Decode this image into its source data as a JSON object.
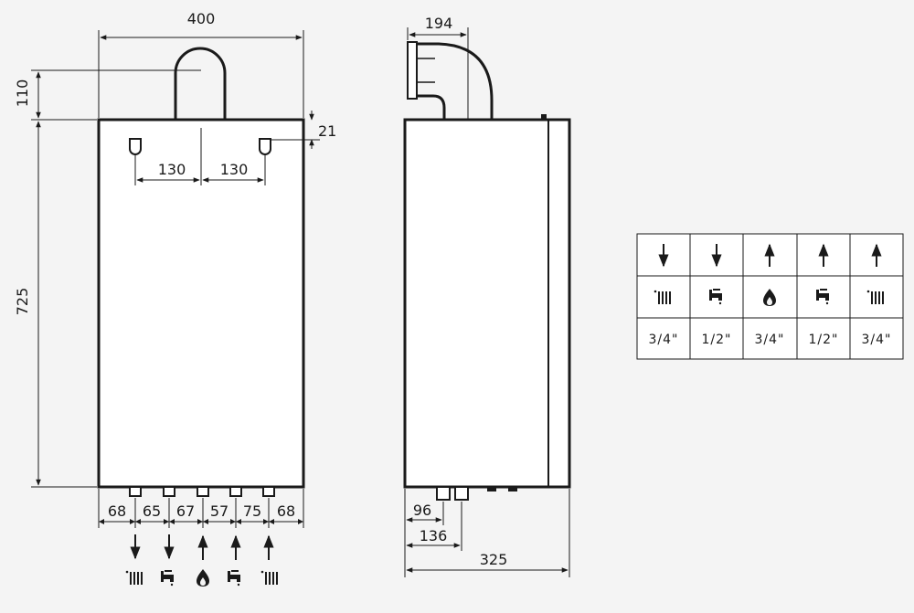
{
  "front_view": {
    "width_dim": "400",
    "flue_height_dim": "110",
    "height_dim": "725",
    "bracket_offset_dim": "21",
    "bracket_left_spacing": "130",
    "bracket_right_spacing": "130",
    "bottom_spacings": [
      "68",
      "65",
      "67",
      "57",
      "75",
      "68"
    ]
  },
  "side_view": {
    "flue_dim": "194",
    "depth_dim": "325",
    "pipe1_dim": "96",
    "pipe2_dim": "136"
  },
  "connections": [
    {
      "direction": "down",
      "arrow": "↓",
      "icon": "radiator-icon",
      "size": "3/4\""
    },
    {
      "direction": "down",
      "arrow": "↓",
      "icon": "tap-icon",
      "size": "1/2\""
    },
    {
      "direction": "up",
      "arrow": "↑",
      "icon": "flame-icon",
      "size": "3/4\""
    },
    {
      "direction": "up",
      "arrow": "↑",
      "icon": "tap-icon",
      "size": "1/2\""
    },
    {
      "direction": "up",
      "arrow": "↑",
      "icon": "radiator-icon",
      "size": "3/4\""
    }
  ],
  "colors": {
    "line": "#1a1a1a",
    "background": "#f4f4f4",
    "fill": "#ffffff"
  }
}
